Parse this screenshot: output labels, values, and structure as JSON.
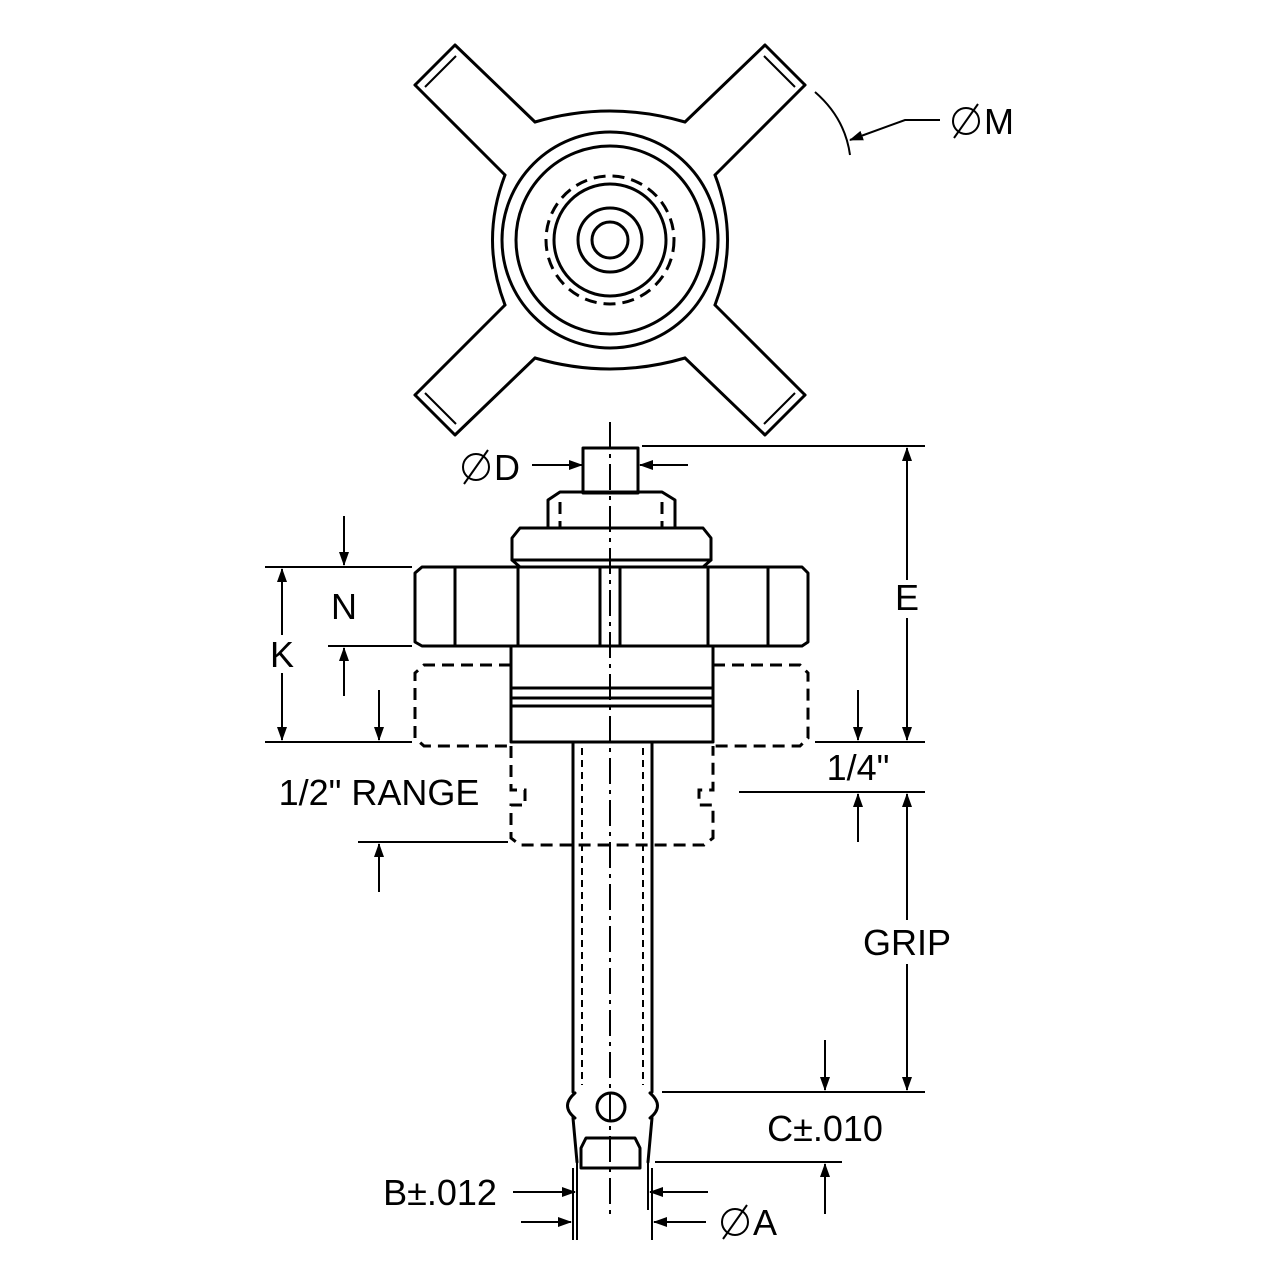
{
  "labels": {
    "dia_m": "M",
    "dia_d": "D",
    "dia_a": "A",
    "e": "E",
    "n": "N",
    "k": "K",
    "quarter": "1/4\"",
    "range": "1/2\" RANGE",
    "grip": "GRIP",
    "c": "C±.010",
    "b": "B±.012"
  }
}
